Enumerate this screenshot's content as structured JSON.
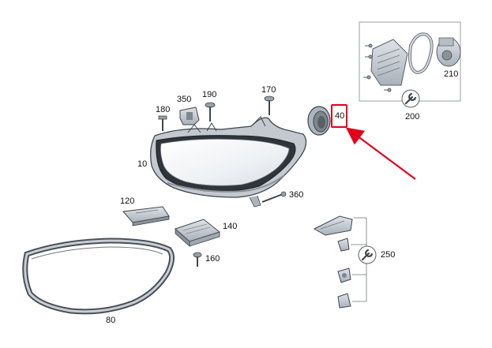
{
  "colors": {
    "highlight": "#e3001b",
    "part_fill": "#c9ced5",
    "part_stroke": "#5a6068",
    "dark_part": "#3f464e",
    "inset_border": "#9aa0a6"
  },
  "labels": {
    "p10": "10",
    "p40": "40",
    "p80": "80",
    "p120": "120",
    "p140": "140",
    "p160": "160",
    "p170": "170",
    "p180": "180",
    "p190": "190",
    "p200": "200",
    "p210": "210",
    "p250": "250",
    "p350": "350",
    "p360": "360"
  },
  "icons": {
    "wrench_200": "wrench-icon",
    "wrench_250": "wrench-icon"
  }
}
